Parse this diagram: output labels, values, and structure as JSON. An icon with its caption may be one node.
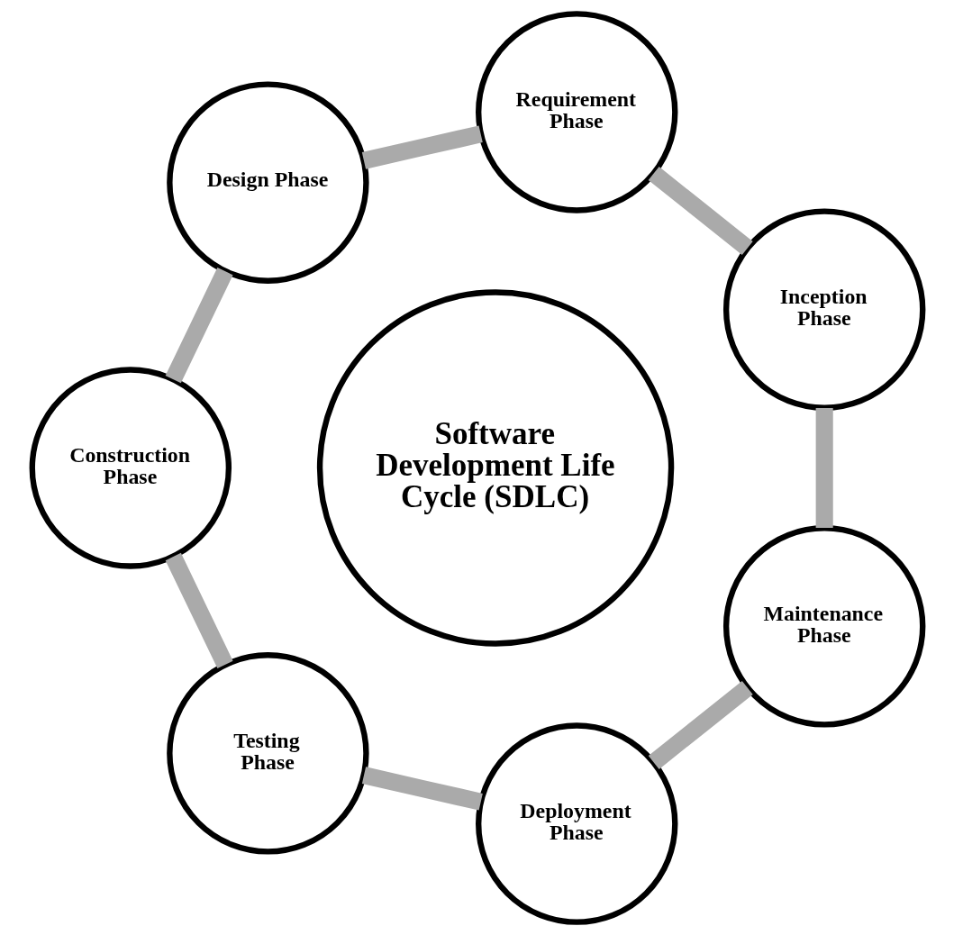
{
  "diagram": {
    "nodes": [
      {
        "text": [
          "Software Development Life Cycle (SDLC)"
        ]
      },
      {
        "text": [
          "Inception Phase"
        ]
      },
      {
        "text": [
          "Requirement Phase"
        ]
      },
      {
        "text": [
          "Design Phase"
        ]
      },
      {
        "text": [
          "Construction Phase"
        ]
      },
      {
        "text": [
          "Testing Phase"
        ]
      },
      {
        "text": [
          "Deployment Phase"
        ]
      },
      {
        "text": [
          "Maintenance Phase"
        ]
      }
    ],
    "edges": [
      {
        "from": 1,
        "to": 2,
        "arrow": "none"
      },
      {
        "from": 2,
        "to": 3,
        "arrow": "none"
      },
      {
        "from": 3,
        "to": 4,
        "arrow": "none"
      },
      {
        "from": 4,
        "to": 5,
        "arrow": "none"
      },
      {
        "from": 5,
        "to": 6,
        "arrow": "none"
      },
      {
        "from": 6,
        "to": 7,
        "arrow": "none"
      },
      {
        "from": 7,
        "to": 1,
        "arrow": "none"
      }
    ]
  }
}
